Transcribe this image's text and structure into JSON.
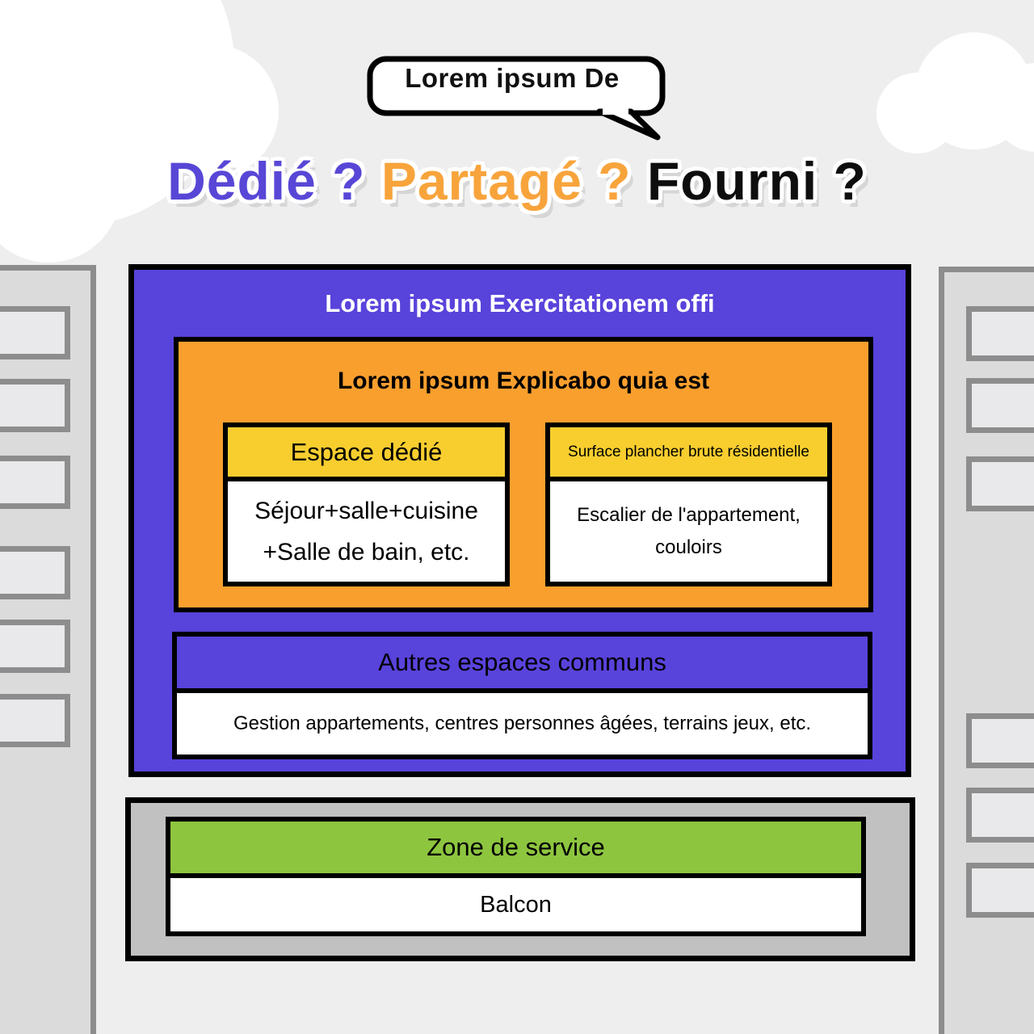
{
  "background_color": "#EFEEEF",
  "speech_bubble": {
    "text": "Lorem ipsum De"
  },
  "title": {
    "full": "Dédié ? Partagé ? Fourni ?",
    "parts": [
      {
        "text": "Dédié ? ",
        "color": "#5847D6"
      },
      {
        "text": "Partagé ? ",
        "color": "#F8A43C"
      },
      {
        "text": "Fourni ?",
        "color": "#0E0E0E"
      }
    ]
  },
  "building_block": {
    "title": "Lorem ipsum Exercitationem offi",
    "color": "#5843DB",
    "apartment_block": {
      "title": "Lorem ipsum Explicabo quia est",
      "color": "#F99F2E",
      "header_color": "#F8CE2F",
      "columns": [
        {
          "header": "Espace dédié",
          "body": "Séjour+salle+cuisine +Salle de bain, etc."
        },
        {
          "header": "Surface plancher brute résidentielle",
          "body": "Escalier de l'appartement, couloirs"
        }
      ]
    },
    "common_block": {
      "header": "Autres espaces communs",
      "body": "Gestion appartements, centres personnes âgées, terrains jeux, etc.",
      "color": "#5843DB"
    }
  },
  "service_block": {
    "container_color": "#C2C1C1",
    "header": "Zone de service",
    "header_color": "#8DC53F",
    "body": "Balcon"
  }
}
